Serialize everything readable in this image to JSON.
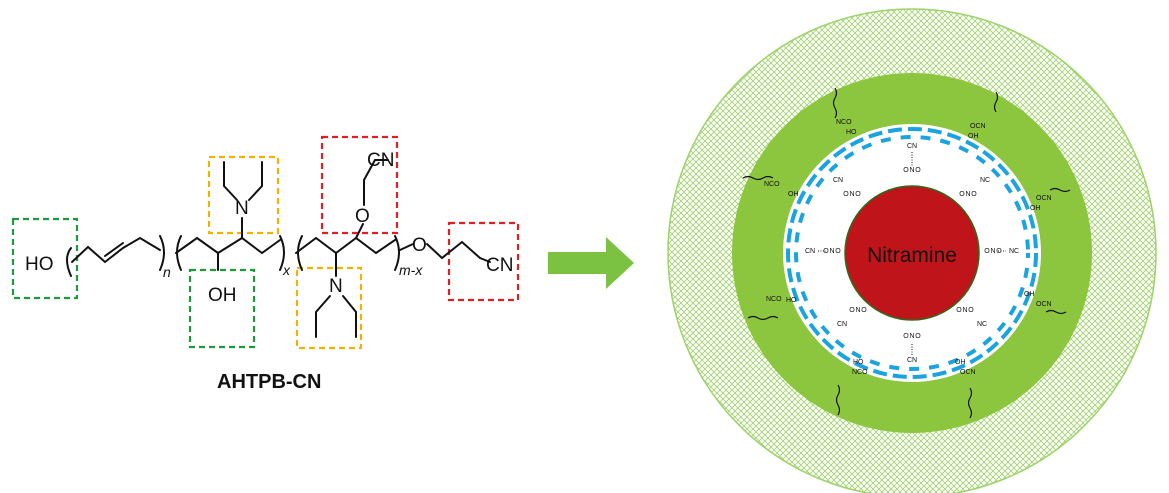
{
  "molecule": {
    "name": "AHTPB-CN",
    "ho": "HO",
    "oh": "OH",
    "n_atom": "N",
    "o_atom": "O",
    "cn": "CN",
    "sub_n": "n",
    "sub_x": "x",
    "sub_mx": "m-x"
  },
  "particle": {
    "core_label": "Nitramine",
    "nco": "NCO",
    "ocn": "OCN",
    "ho": "HO",
    "oh": "OH",
    "cn": "CN",
    "nc": "NC",
    "n": "N",
    "o": "O"
  },
  "colors": {
    "green_box": "#1f9a3a",
    "orange_box": "#f0b400",
    "red_box": "#e02020",
    "arrow": "#7cc242",
    "inner_ring": "#8cc63f",
    "outer_hatch": "#9ed26a",
    "core": "#c0141b",
    "helix": "#1aa3e0"
  }
}
